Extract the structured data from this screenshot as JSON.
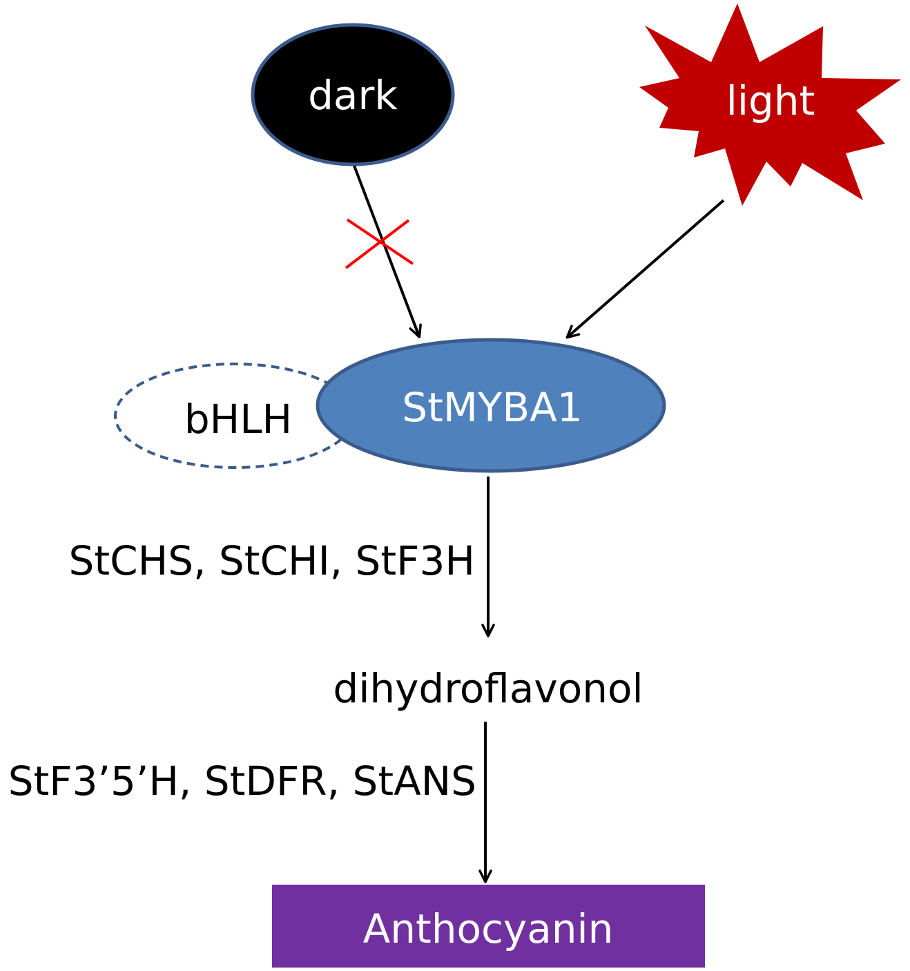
{
  "nodes": {
    "dark": "dark",
    "light": "light",
    "partner": "bHLH",
    "regulator": "StMYBA1",
    "intermediate": "dihydroflavonol",
    "product": "Anthocyanin"
  },
  "edges": {
    "early_genes": "StCHS, StCHI, StF3H",
    "late_genes": "StF3’5’H, StDFR, StANS"
  },
  "colors": {
    "dark_fill": "#000000",
    "node_border": "#3b5b8c",
    "light_fill": "#c00000",
    "regulator_fill": "#4f81bd",
    "partner_border": "#3b5b8c",
    "product_fill": "#7030a0",
    "block_mark": "#ff0000",
    "arrow": "#000000"
  }
}
